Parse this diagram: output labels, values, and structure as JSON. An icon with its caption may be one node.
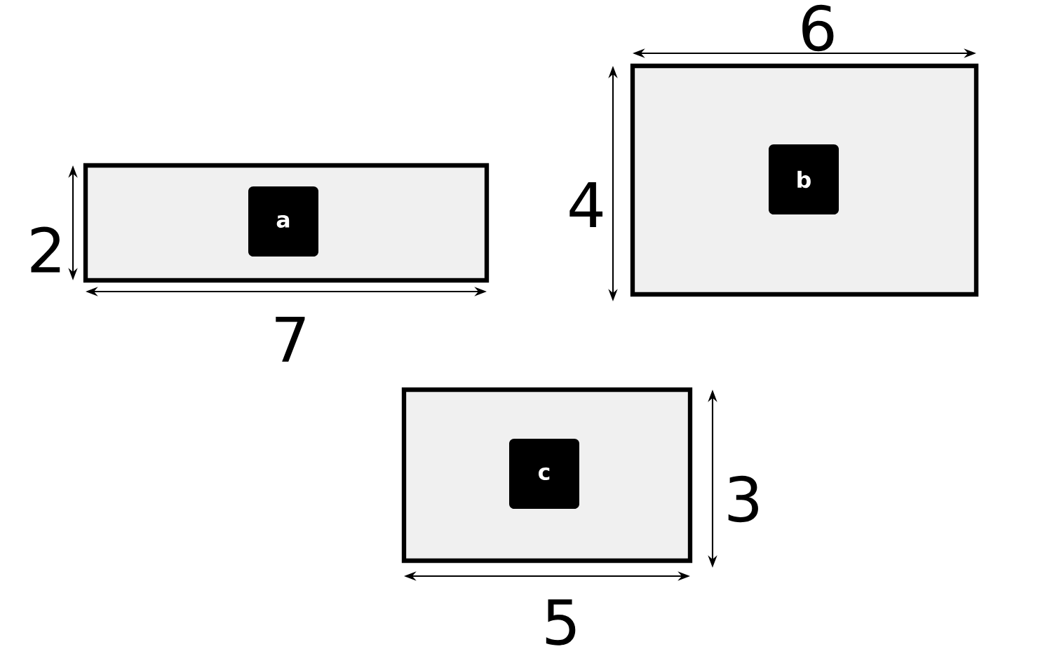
{
  "diagram": {
    "nodes": [
      {
        "text": [],
        "shape": "box"
      },
      {
        "text": [
          "a"
        ],
        "in": 0
      },
      {
        "text": [],
        "shape": "box"
      },
      {
        "text": [
          "b"
        ],
        "in": 2
      },
      {
        "text": [],
        "shape": "box"
      },
      {
        "text": [
          "c"
        ],
        "in": 4
      }
    ],
    "labels": [
      "6",
      "4",
      "2",
      "7",
      "3",
      "5"
    ]
  }
}
